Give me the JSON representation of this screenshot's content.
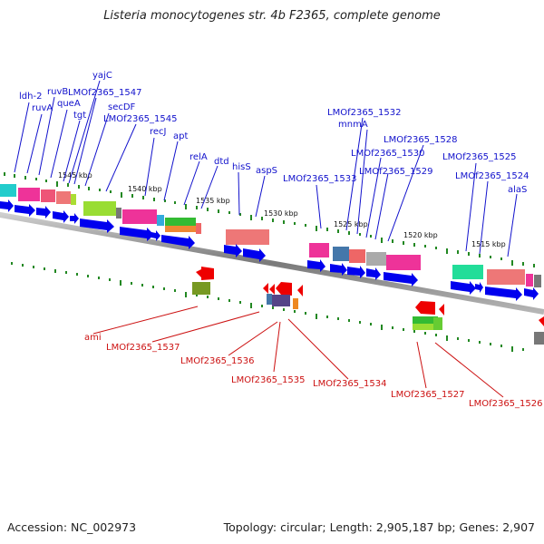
{
  "title": "Listeria monocytogenes str. 4b F2365, complete genome",
  "footer": {
    "accession": "Accession: NC_002973",
    "summary": "Topology: circular; Length: 2,905,187 bp; Genes: 2,907"
  },
  "colors": {
    "backbone": "#808080",
    "forward_label": "#1111cc",
    "reverse_label": "#cc1111",
    "tick": "#228822",
    "gene_forward": "#0000ee",
    "gene_reverse": "#ee0000"
  },
  "kbp_labels": [
    "1545 kbp",
    "1540 kbp",
    "1535 kbp",
    "1530 kbp",
    "1525 kbp",
    "1520 kbp",
    "1515 kbp"
  ],
  "forward_gene_labels": [
    "ldh-2",
    "ruvA",
    "ruvB",
    "queA",
    "yajC",
    "LMOf2365_1547",
    "tgt",
    "secDF",
    "LMOf2365_1545",
    "recJ",
    "apt",
    "relA",
    "dtd",
    "hisS",
    "aspS",
    "LMOf2365_1533",
    "LMOf2365_1532",
    "mnmA",
    "LMOf2365_1530",
    "LMOf2365_1529",
    "LMOf2365_1528",
    "LMOf2365_1525",
    "LMOf2365_1524",
    "alaS"
  ],
  "reverse_gene_labels": [
    "ami",
    "LMOf2365_1537",
    "LMOf2365_1536",
    "LMOf2365_1535",
    "LMOf2365_1534",
    "LMOf2365_1527",
    "LMOf2365_1526"
  ]
}
